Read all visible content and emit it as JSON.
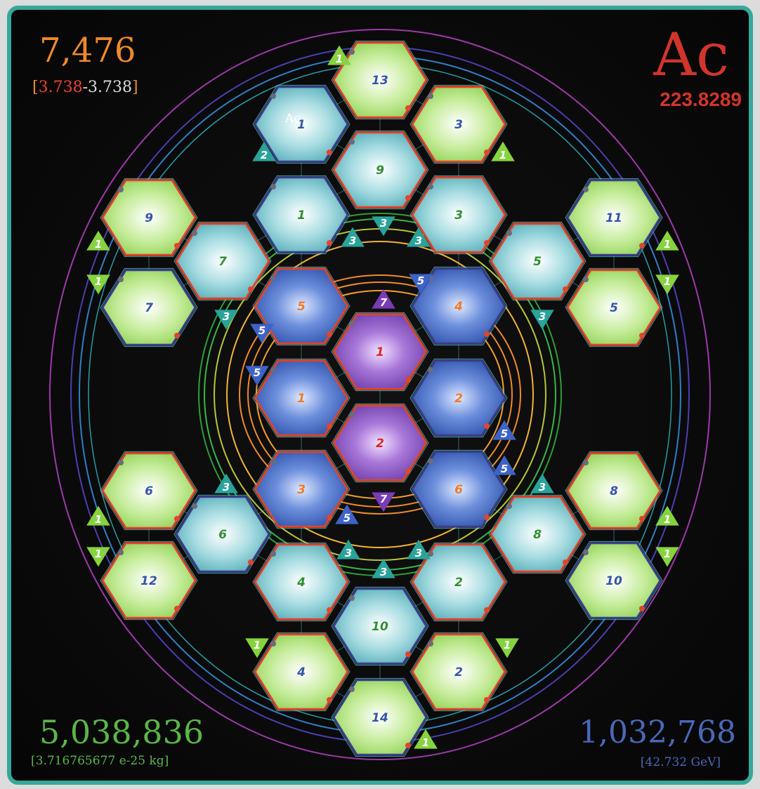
{
  "corners": {
    "top_left_value": "7,476",
    "top_left_range_open": "[",
    "top_left_range_a": "3.738",
    "top_left_range_b": "-3.738",
    "top_left_range_close": "]",
    "element_symbol": "Ac",
    "atomic_mass": "223.8289",
    "bottom_left_value": "5,038,836",
    "bottom_left_sub": "[3.716765677 e-25 kg]",
    "bottom_right_value": "1,032,768",
    "bottom_right_sub": "[42.732 GeV]"
  },
  "hex_top_tag": "Ac",
  "colors": {
    "frame": "#35a89a",
    "green": "#9fdc63",
    "teal": "#58b9c2",
    "blue": "#3d68c0",
    "purple": "#8a4fbf",
    "label_blue": "#3456a8",
    "label_green": "#2f8f2f",
    "label_orange": "#f07a2a",
    "label_red": "#d8282a",
    "outline_red": "#e0452b",
    "outline_navy": "#3a3f8a"
  },
  "hexagons": [
    {
      "kind": "green",
      "label": "13",
      "label_color": "blue"
    },
    {
      "kind": "teal",
      "label": "1",
      "label_color": "blue"
    },
    {
      "kind": "green",
      "label": "3",
      "label_color": "blue"
    },
    {
      "kind": "teal",
      "label": "9",
      "label_color": "green"
    },
    {
      "kind": "teal",
      "label": "1",
      "label_color": "green"
    },
    {
      "kind": "teal",
      "label": "3",
      "label_color": "green"
    },
    {
      "kind": "green",
      "label": "9",
      "label_color": "blue"
    },
    {
      "kind": "green",
      "label": "11",
      "label_color": "blue"
    },
    {
      "kind": "teal",
      "label": "7",
      "label_color": "green"
    },
    {
      "kind": "teal",
      "label": "5",
      "label_color": "green"
    },
    {
      "kind": "green",
      "label": "7",
      "label_color": "blue"
    },
    {
      "kind": "green",
      "label": "5",
      "label_color": "blue"
    },
    {
      "kind": "blue",
      "label": "5",
      "label_color": "orange"
    },
    {
      "kind": "blue",
      "label": "4",
      "label_color": "orange"
    },
    {
      "kind": "purple",
      "label": "1",
      "label_color": "red"
    },
    {
      "kind": "blue",
      "label": "1",
      "label_color": "orange"
    },
    {
      "kind": "blue",
      "label": "2",
      "label_color": "orange"
    },
    {
      "kind": "purple",
      "label": "2",
      "label_color": "red"
    },
    {
      "kind": "blue",
      "label": "3",
      "label_color": "orange"
    },
    {
      "kind": "blue",
      "label": "6",
      "label_color": "orange"
    },
    {
      "kind": "green",
      "label": "6",
      "label_color": "blue"
    },
    {
      "kind": "green",
      "label": "8",
      "label_color": "blue"
    },
    {
      "kind": "teal",
      "label": "6",
      "label_color": "green"
    },
    {
      "kind": "teal",
      "label": "8",
      "label_color": "green"
    },
    {
      "kind": "green",
      "label": "12",
      "label_color": "blue"
    },
    {
      "kind": "green",
      "label": "10",
      "label_color": "blue"
    },
    {
      "kind": "teal",
      "label": "4",
      "label_color": "green"
    },
    {
      "kind": "teal",
      "label": "2",
      "label_color": "green"
    },
    {
      "kind": "teal",
      "label": "10",
      "label_color": "green"
    },
    {
      "kind": "green",
      "label": "4",
      "label_color": "blue"
    },
    {
      "kind": "green",
      "label": "2",
      "label_color": "blue"
    },
    {
      "kind": "green",
      "label": "14",
      "label_color": "blue"
    }
  ],
  "triangles": [
    {
      "label": "1",
      "kind": "green"
    },
    {
      "label": "2",
      "kind": "teal"
    },
    {
      "label": "1",
      "kind": "green"
    },
    {
      "label": "3",
      "kind": "teal"
    },
    {
      "label": "3",
      "kind": "teal"
    },
    {
      "label": "3",
      "kind": "teal"
    },
    {
      "label": "1",
      "kind": "green"
    },
    {
      "label": "1",
      "kind": "green"
    },
    {
      "label": "1",
      "kind": "green"
    },
    {
      "label": "1",
      "kind": "green"
    },
    {
      "label": "3",
      "kind": "teal"
    },
    {
      "label": "3",
      "kind": "teal"
    },
    {
      "label": "7",
      "kind": "purple"
    },
    {
      "label": "5",
      "kind": "blue"
    },
    {
      "label": "5",
      "kind": "blue"
    },
    {
      "label": "5",
      "kind": "blue"
    },
    {
      "label": "5",
      "kind": "blue"
    },
    {
      "label": "5",
      "kind": "blue"
    },
    {
      "label": "5",
      "kind": "blue"
    },
    {
      "label": "7",
      "kind": "purple"
    },
    {
      "label": "3",
      "kind": "teal"
    },
    {
      "label": "3",
      "kind": "teal"
    },
    {
      "label": "1",
      "kind": "green"
    },
    {
      "label": "1",
      "kind": "green"
    },
    {
      "label": "1",
      "kind": "green"
    },
    {
      "label": "1",
      "kind": "green"
    },
    {
      "label": "3",
      "kind": "teal"
    },
    {
      "label": "3",
      "kind": "teal"
    },
    {
      "label": "3",
      "kind": "teal"
    },
    {
      "label": "1",
      "kind": "green"
    },
    {
      "label": "1",
      "kind": "green"
    },
    {
      "label": "1",
      "kind": "green"
    }
  ]
}
